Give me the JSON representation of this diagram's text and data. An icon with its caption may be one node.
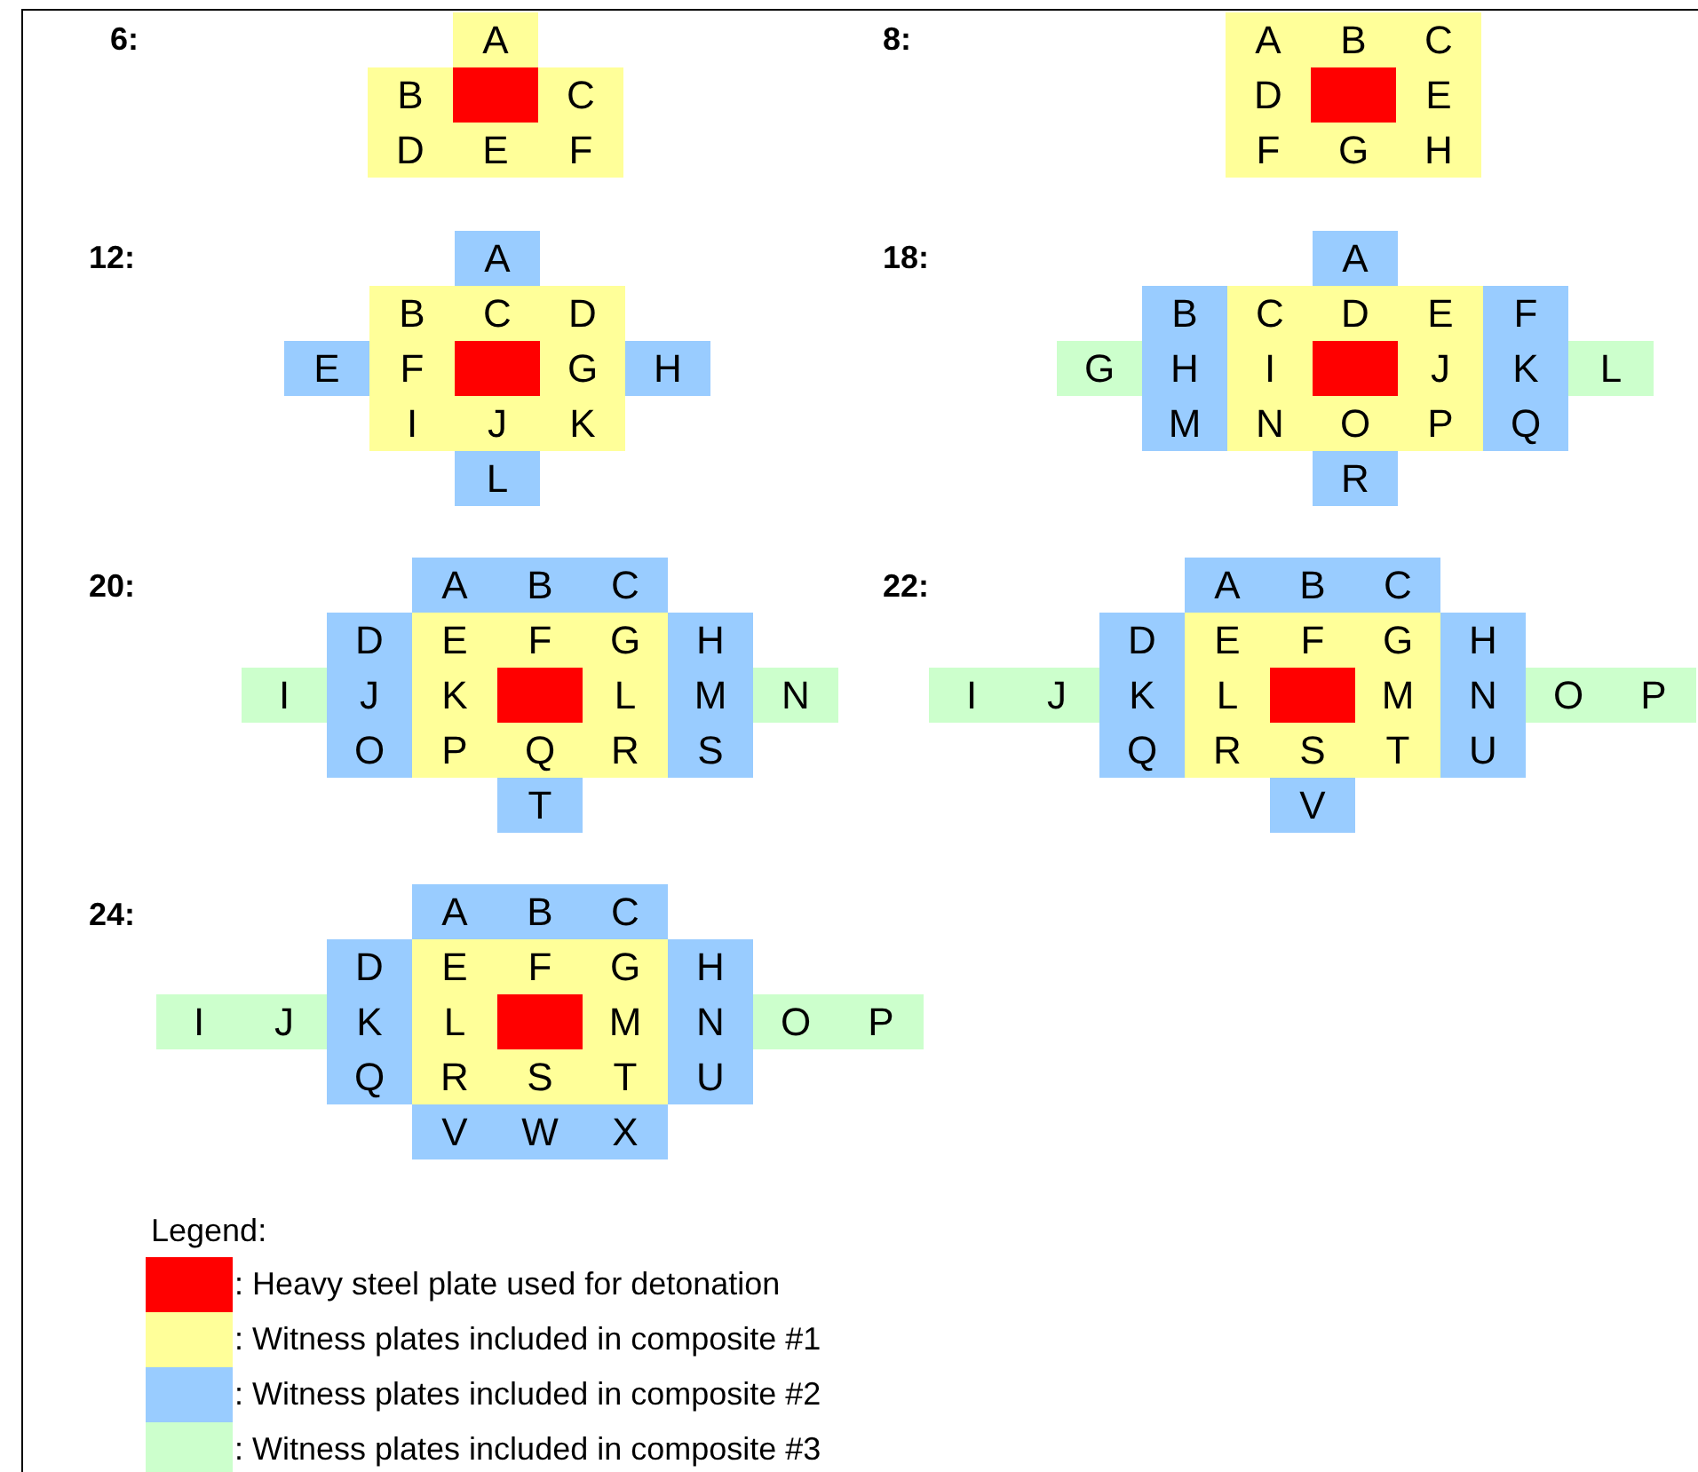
{
  "diagram": {
    "nodes": [
      {
        "text": [
          "A"
        ]
      },
      {
        "text": [
          "B"
        ]
      },
      {
        "text": [],
        "shape": "box"
      },
      {
        "text": [
          "C"
        ]
      },
      {
        "text": [
          "D"
        ]
      },
      {
        "text": [
          "E"
        ]
      },
      {
        "text": [
          "F"
        ]
      },
      {
        "text": [
          "A"
        ]
      },
      {
        "text": [
          "B"
        ]
      },
      {
        "text": [
          "C"
        ]
      },
      {
        "text": [
          "D"
        ]
      },
      {
        "text": [],
        "shape": "box"
      },
      {
        "text": [
          "E"
        ]
      },
      {
        "text": [
          "F"
        ]
      },
      {
        "text": [
          "G"
        ]
      },
      {
        "text": [
          "H"
        ]
      },
      {
        "text": [
          "A"
        ]
      },
      {
        "text": [
          "B"
        ]
      },
      {
        "text": [
          "C"
        ]
      },
      {
        "text": [
          "D"
        ]
      },
      {
        "text": [
          "E"
        ]
      },
      {
        "text": [
          "F"
        ]
      },
      {
        "text": [],
        "shape": "box"
      },
      {
        "text": [
          "G"
        ]
      },
      {
        "text": [
          "H"
        ]
      },
      {
        "text": [
          "I"
        ]
      },
      {
        "text": [
          "J"
        ]
      },
      {
        "text": [
          "K"
        ]
      },
      {
        "text": [
          "L"
        ]
      },
      {
        "text": [
          "A"
        ]
      },
      {
        "text": [
          "B"
        ]
      },
      {
        "text": [
          "C"
        ]
      },
      {
        "text": [
          "D"
        ]
      },
      {
        "text": [
          "E"
        ]
      },
      {
        "text": [
          "F"
        ]
      },
      {
        "text": [
          "G"
        ]
      },
      {
        "text": [
          "H"
        ]
      },
      {
        "text": [
          "I"
        ]
      },
      {
        "text": [],
        "shape": "box"
      },
      {
        "text": [
          "J"
        ]
      },
      {
        "text": [
          "K"
        ]
      },
      {
        "text": [
          "L"
        ]
      },
      {
        "text": [
          "M"
        ]
      },
      {
        "text": [
          "N"
        ]
      },
      {
        "text": [
          "O"
        ]
      },
      {
        "text": [
          "P"
        ]
      },
      {
        "text": [
          "Q"
        ]
      },
      {
        "text": [
          "R"
        ]
      },
      {
        "text": [
          "A"
        ]
      },
      {
        "text": [
          "B"
        ]
      },
      {
        "text": [
          "C"
        ]
      },
      {
        "text": [
          "D"
        ]
      },
      {
        "text": [
          "E"
        ]
      },
      {
        "text": [
          "F"
        ]
      },
      {
        "text": [
          "G"
        ]
      },
      {
        "text": [
          "H"
        ]
      },
      {
        "text": [
          "I"
        ]
      },
      {
        "text": [
          "J"
        ]
      },
      {
        "text": [
          "K"
        ]
      },
      {
        "text": [],
        "shape": "box"
      },
      {
        "text": [
          "L"
        ]
      },
      {
        "text": [
          "M"
        ]
      },
      {
        "text": [
          "N"
        ]
      },
      {
        "text": [
          "O"
        ]
      },
      {
        "text": [
          "P"
        ]
      },
      {
        "text": [
          "Q"
        ]
      },
      {
        "text": [
          "R"
        ]
      },
      {
        "text": [
          "S"
        ]
      },
      {
        "text": [
          "T"
        ]
      },
      {
        "text": [
          "A"
        ]
      },
      {
        "text": [
          "B"
        ]
      },
      {
        "text": [
          "C"
        ]
      },
      {
        "text": [
          "D"
        ]
      },
      {
        "text": [
          "E"
        ]
      },
      {
        "text": [
          "F"
        ]
      },
      {
        "text": [
          "G"
        ]
      },
      {
        "text": [
          "H"
        ]
      },
      {
        "text": [
          "I"
        ]
      },
      {
        "text": [
          "J"
        ]
      },
      {
        "text": [
          "K"
        ]
      },
      {
        "text": [
          "L"
        ]
      },
      {
        "text": [],
        "shape": "box"
      },
      {
        "text": [
          "M"
        ]
      },
      {
        "text": [
          "N"
        ]
      },
      {
        "text": [
          "O"
        ]
      },
      {
        "text": [
          "P"
        ]
      },
      {
        "text": [
          "Q"
        ]
      },
      {
        "text": [
          "R"
        ]
      },
      {
        "text": [
          "S"
        ]
      },
      {
        "text": [
          "T"
        ]
      },
      {
        "text": [
          "U"
        ]
      },
      {
        "text": [
          "V"
        ]
      },
      {
        "text": [
          "A"
        ]
      },
      {
        "text": [
          "B"
        ]
      },
      {
        "text": [
          "C"
        ]
      },
      {
        "text": [
          "D"
        ]
      },
      {
        "text": [
          "E"
        ]
      },
      {
        "text": [
          "F"
        ]
      },
      {
        "text": [
          "G"
        ]
      },
      {
        "text": [
          "H"
        ]
      },
      {
        "text": [
          "I"
        ]
      },
      {
        "text": [
          "J"
        ]
      },
      {
        "text": [
          "K"
        ]
      },
      {
        "text": [
          "L"
        ]
      },
      {
        "text": [],
        "shape": "box"
      },
      {
        "text": [
          "M"
        ]
      },
      {
        "text": [
          "N"
        ]
      },
      {
        "text": [
          "O"
        ]
      },
      {
        "text": [
          "P"
        ]
      },
      {
        "text": [
          "Q"
        ]
      },
      {
        "text": [
          "R"
        ]
      },
      {
        "text": [
          "S"
        ]
      },
      {
        "text": [
          "T"
        ]
      },
      {
        "text": [
          "U"
        ]
      },
      {
        "text": [
          "V"
        ]
      },
      {
        "text": [
          "W"
        ]
      },
      {
        "text": [
          "X"
        ]
      }
    ],
    "labels": [
      "6:",
      "8:",
      "12:",
      "18:",
      "20:",
      "22:",
      "24:",
      "Legend:"
    ],
    "legend": [
      {
        "text": ": Heavy steel plate used for detonation",
        "color": "#ff0000"
      },
      {
        "text": ": Witness plates included in composite #1",
        "color": "#ffff99"
      },
      {
        "text": ": Witness plates included in composite #2",
        "color": "#99ccff"
      },
      {
        "text": ": Witness plates included in composite #3",
        "color": "#ccffcc"
      }
    ]
  }
}
